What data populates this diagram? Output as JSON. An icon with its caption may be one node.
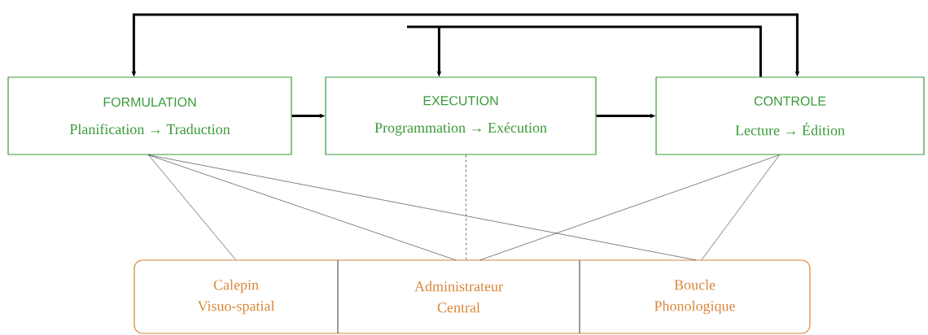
{
  "diagram": {
    "nodes": [
      {
        "text": [
          "FORMULATION",
          "Planification → Traduction"
        ]
      },
      {
        "text": [
          "EXECUTION",
          "Programmation → Exécution"
        ]
      },
      {
        "text": [
          "CONTROLE",
          "Lecture → Édition"
        ]
      },
      {
        "text": [
          "Calepin Visuo-spatial"
        ]
      },
      {
        "text": [
          "Administrateur Central"
        ]
      },
      {
        "text": [
          "Boucle Phonologique"
        ]
      }
    ],
    "edges": [
      {
        "from": 0,
        "to": 1,
        "arrow": "to",
        "style": "thick"
      },
      {
        "from": 1,
        "to": 2,
        "arrow": "to",
        "style": "thick"
      },
      {
        "from": 2,
        "to": 1,
        "arrow": "to",
        "style": "thick"
      },
      {
        "from": 0,
        "to": 2,
        "arrow": "both",
        "style": "thick"
      },
      {
        "from": 0,
        "to": 3,
        "arrow": "none"
      },
      {
        "from": 0,
        "to": 4,
        "arrow": "none"
      },
      {
        "from": 0,
        "to": 5,
        "arrow": "none"
      },
      {
        "from": 1,
        "to": 4,
        "arrow": "none",
        "style": "dashed"
      },
      {
        "from": 2,
        "to": 4,
        "arrow": "none"
      },
      {
        "from": 2,
        "to": 5,
        "arrow": "none"
      }
    ]
  }
}
